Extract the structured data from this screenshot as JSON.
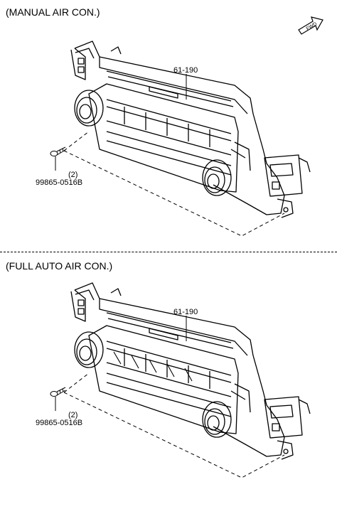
{
  "sections": [
    {
      "title": "(MANUAL AIR CON.)",
      "part_number": "61-190",
      "screw_qty": "(2)",
      "screw_part": "99865-0516B"
    },
    {
      "title": "(FULL AUTO AIR CON.)",
      "part_number": "61-190",
      "screw_qty": "(2)",
      "screw_part": "99865-0516B"
    }
  ],
  "fwd_arrow": {
    "label": "FWD"
  },
  "icons": [
    "fwd-arrow-icon",
    "screw-icon"
  ]
}
